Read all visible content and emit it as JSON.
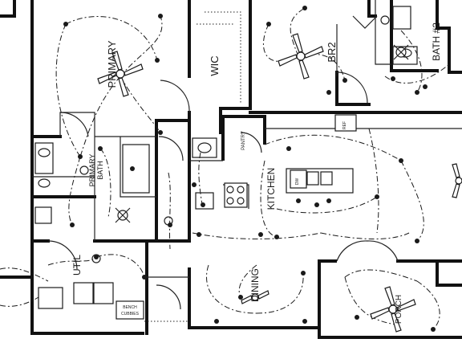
{
  "rooms": {
    "primary": "PRIMARY",
    "wic": "WIC",
    "br2": "BR2",
    "bath2": "BATH #2",
    "primary_bath_line1": "PRIMARY",
    "primary_bath_line2": "BATH",
    "kitchen": "KITCHEN",
    "util": "UTIL",
    "dining": "DINING",
    "porch": "PORCH",
    "pantry": "PANTRY",
    "bench": "BENCH",
    "cubbies": "CUBBIES",
    "dw": "DW",
    "ref": "REF"
  }
}
